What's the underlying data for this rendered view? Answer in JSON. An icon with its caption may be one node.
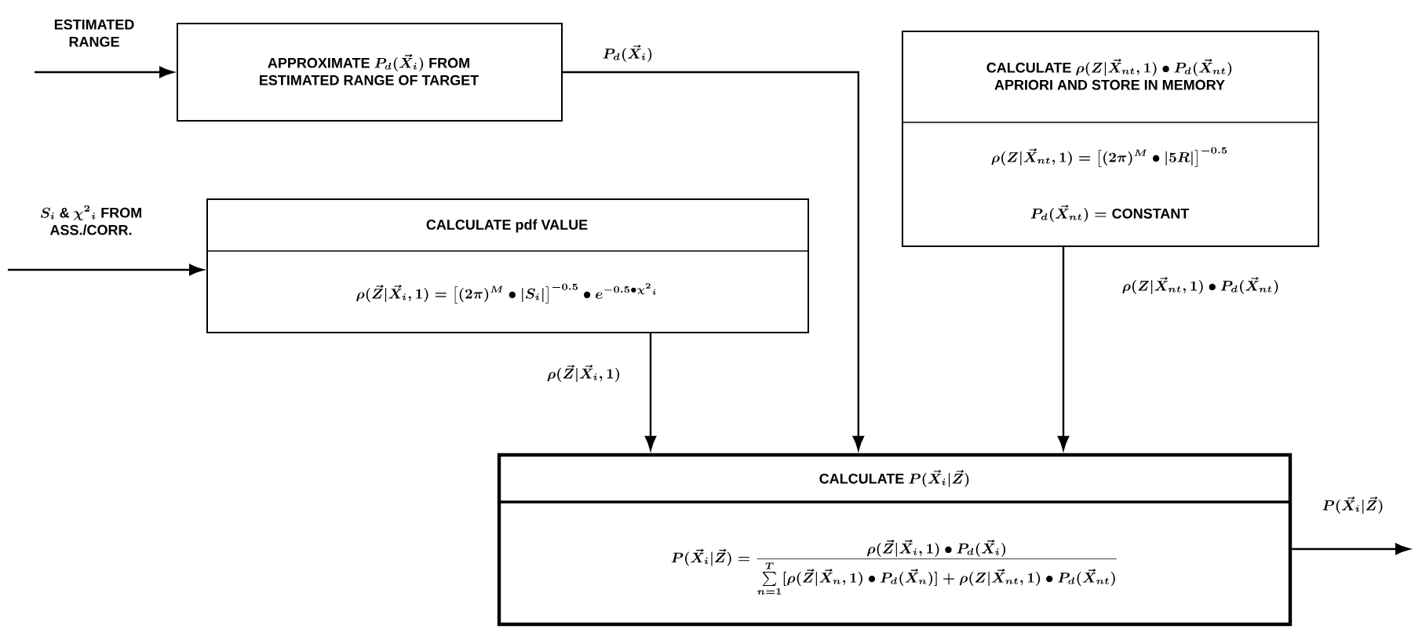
{
  "diagram": {
    "nodes": [
      {
        "text": [
          "\\begin{array}{c}\\text{APPROXIMATE } P_d(\\vec{X}_i)\\text{ FROM}\\\\ \\text{ESTIMATED RANGE OF TARGET}\\end{array}"
        ]
      },
      {
        "text": [
          "\\begin{array}{c}\\text{CALCULATE } \\rho(Z|\\vec{X}_{nt},1)\\bullet P_d(\\vec{X}_{nt})\\\\ \\text{APRIORI AND STORE IN MEMORY}\\end{array}",
          "\\rho(Z|\\vec{X}_{nt},1) = \\left[(2\\pi)^M \\bullet |5R|\\right]^{-0.5}",
          "P_d(\\vec{X}_{nt}) = \\text{CONSTANT}"
        ]
      },
      {
        "text": [
          "\\text{CALCULATE pdf VALUE}",
          "\\rho(\\vec{Z}|\\vec{X}_i,1) = \\left[(2\\pi)^M \\bullet |S_i|\\right]^{-0.5} \\bullet e^{-0.5\\bullet\\chi^2{}_i}"
        ]
      },
      {
        "text": [
          "\\text{CALCULATE } P(\\vec{X}_i|\\vec{Z})",
          "P(\\vec{X}_i|\\vec{Z}) = \\frac{\\rho(\\vec{Z}|\\vec{X}_i,1)\\bullet P_d(\\vec{X}_i)}{\\sum\\limits_{n=1}^{T}[\\rho(\\vec{Z}|\\vec{X}_n,1)\\bullet P_d(\\vec{X}_n)] + \\rho(Z|\\vec{X}_{nt},1)\\bullet P_d(\\vec{X}_{nt})}"
        ]
      }
    ],
    "edges": [
      {
        "from": null,
        "to": 0,
        "arrow": "to",
        "label": "\\begin{array}{c}\\text{ESTIMATED}\\\\ \\text{RANGE}\\end{array}"
      },
      {
        "from": null,
        "to": 2,
        "arrow": "to",
        "label": "\\begin{array}{c}S_i \\mathbin{\\&} \\chi^2{}_i\\text{ FROM}\\\\ \\text{ASS./CORR.}\\end{array}"
      },
      {
        "from": 0,
        "to": 3,
        "arrow": "to",
        "label": "P_d(\\vec{X}_i)"
      },
      {
        "from": 2,
        "to": 3,
        "arrow": "to",
        "label": "\\rho(\\vec{Z}|\\vec{X}_i,1)"
      },
      {
        "from": 1,
        "to": 3,
        "arrow": "to",
        "label": "\\rho(Z|\\vec{X}_{nt},1)\\bullet P_d(\\vec{X}_{nt})"
      },
      {
        "from": 3,
        "to": null,
        "arrow": "to",
        "label": "P(\\vec{X}_i|\\vec{Z})"
      }
    ]
  }
}
